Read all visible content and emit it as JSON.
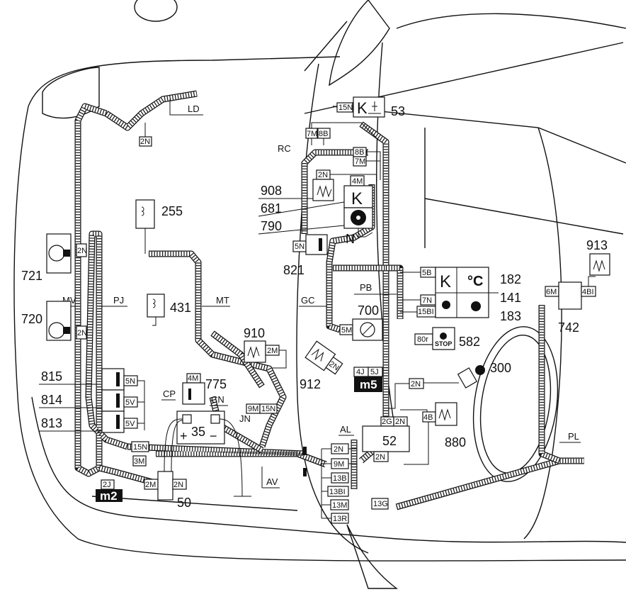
{
  "components": {
    "c53": "53",
    "c908": "908",
    "c681": "681",
    "c790": "790",
    "c821": "821",
    "c255": "255",
    "c721": "721",
    "c720": "720",
    "c431": "431",
    "c700": "700",
    "c182": "182",
    "c141": "141",
    "c183": "183",
    "c913": "913",
    "c742": "742",
    "c910": "910",
    "c912": "912",
    "c582": "582",
    "c300": "300",
    "c815": "815",
    "c814": "814",
    "c813": "813",
    "c775": "775",
    "c35": "35",
    "c52": "52",
    "c880": "880",
    "c50": "50"
  },
  "harness_labels": {
    "LD": "LD",
    "RC": "RC",
    "MV": "MV",
    "PJ": "PJ",
    "MT": "MT",
    "GC": "GC",
    "PB": "PB",
    "CP": "CP",
    "CN": "CN",
    "JN": "JN",
    "AL": "AL",
    "AV": "AV",
    "PL": "PL",
    "N": "N"
  },
  "connectors": {
    "t15N_53": "15N",
    "t7M_a": "7M",
    "t8B_a": "8B",
    "t8B_b": "8B",
    "t7M_b": "7M",
    "t2N_908": "2N",
    "t4M_681": "4M",
    "t5N_821": "5N",
    "t2N_LD": "2N",
    "t2N_721": "2N",
    "t2N_720": "2N",
    "t5B": "5B",
    "t7N": "7N",
    "t15BI": "15BI",
    "t5M_700": "5M",
    "t6M": "6M",
    "t4BI": "4BI",
    "t2M_910": "2M",
    "t2N_912": "2N",
    "t80r": "80r",
    "t4J": "4J",
    "t5J": "5J",
    "t2N_300": "2N",
    "t2G": "2G",
    "t2N_52a": "2N",
    "t2N_52b": "2N",
    "t4B": "4B",
    "t2N_AL": "2N",
    "t9M_AL": "9M",
    "t13B": "13B",
    "t13BI": "13BI",
    "t13M": "13M",
    "t13R": "13R",
    "t13G": "13G",
    "t5N_815": "5N",
    "t5V_814": "5V",
    "t5V_813": "5V",
    "t4M_775": "4M",
    "t9M_JN": "9M",
    "t15N_JN": "15N",
    "t15N_L": "15N",
    "t3M": "3M",
    "t2M_50": "2M",
    "t2N_50": "2N",
    "t2J": "2J"
  },
  "grounds": {
    "m2": "m2",
    "m5": "m5"
  },
  "symbols": {
    "K_53": "K",
    "K_681": "K",
    "K_182": "K",
    "deg_c": "°C",
    "stop": "STOP",
    "plus": "+",
    "minus": "−"
  },
  "colors": {
    "ink": "#111111",
    "paper": "#ffffff"
  }
}
